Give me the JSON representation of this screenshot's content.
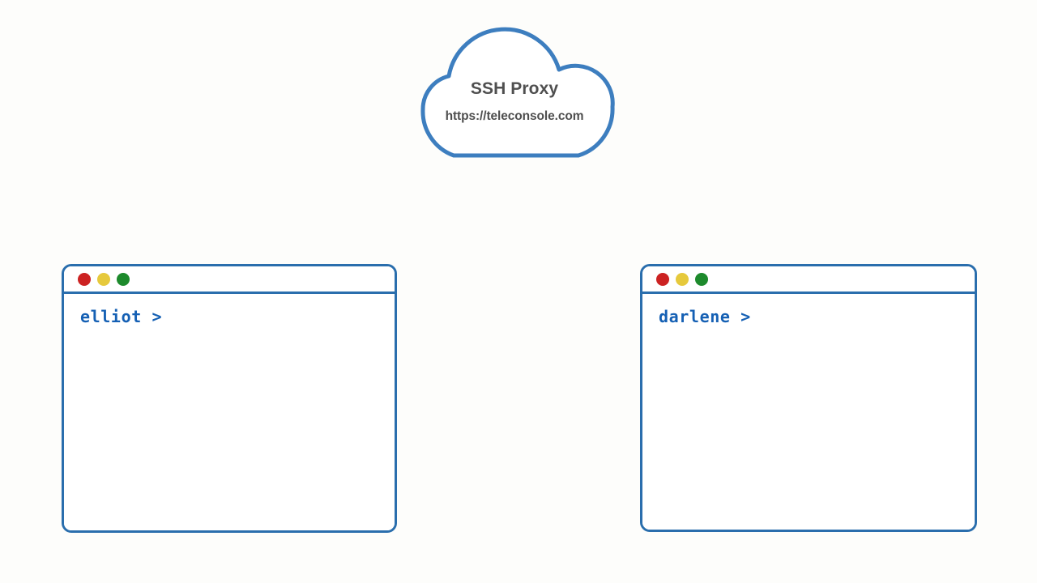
{
  "canvas": {
    "background_color": "#fdfdfb",
    "accent_color": "#2a6ead"
  },
  "cloud": {
    "name": "ssh-proxy-cloud",
    "title": "SSH Proxy",
    "url": "https://teleconsole.com",
    "stroke_color": "#3d7ebf",
    "fill_color": "#ffffff",
    "text_color": "#4f4f4f"
  },
  "terminals": [
    {
      "id": "left",
      "name": "elliot-terminal",
      "prompt": "elliot >",
      "prompt_color": "#1560b4",
      "border_color": "#2a6ead",
      "traffic_lights": [
        {
          "name": "close-dot",
          "color": "#cc2222"
        },
        {
          "name": "minimize-dot",
          "color": "#e6c93c"
        },
        {
          "name": "maximize-dot",
          "color": "#1d8a2c"
        }
      ]
    },
    {
      "id": "right",
      "name": "darlene-terminal",
      "prompt": "darlene >",
      "prompt_color": "#1560b4",
      "border_color": "#2a6ead",
      "traffic_lights": [
        {
          "name": "close-dot",
          "color": "#cc2222"
        },
        {
          "name": "minimize-dot",
          "color": "#e6c93c"
        },
        {
          "name": "maximize-dot",
          "color": "#1d8a2c"
        }
      ]
    }
  ]
}
